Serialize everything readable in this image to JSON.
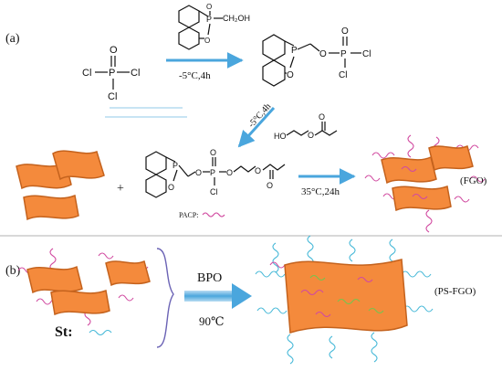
{
  "panels": {
    "a_label": "(a)",
    "b_label": "(b)"
  },
  "atoms": {
    "P": "P",
    "O": "O",
    "Cl": "Cl",
    "OH": "OH",
    "CH2OH": "CH₂OH",
    "HO": "HO"
  },
  "conditions": {
    "step1": "-5°C,4h",
    "step2": "-5°C,4h",
    "step3": "35°C,24h",
    "initiator": "BPO",
    "temperature": "90℃"
  },
  "labels": {
    "pacp": "PACP:",
    "fgo": "(FGO)",
    "psfgo": "(PS-FGO)",
    "plus": "+",
    "st": "St:"
  },
  "colors": {
    "sheet_fill": "#f48a3c",
    "sheet_edge": "#c4621d",
    "pacp_chain": "#d14aa0",
    "st_chain": "#48b9d8",
    "arrow_blue": "#4aa6dd",
    "brace": "#6b63b5"
  }
}
